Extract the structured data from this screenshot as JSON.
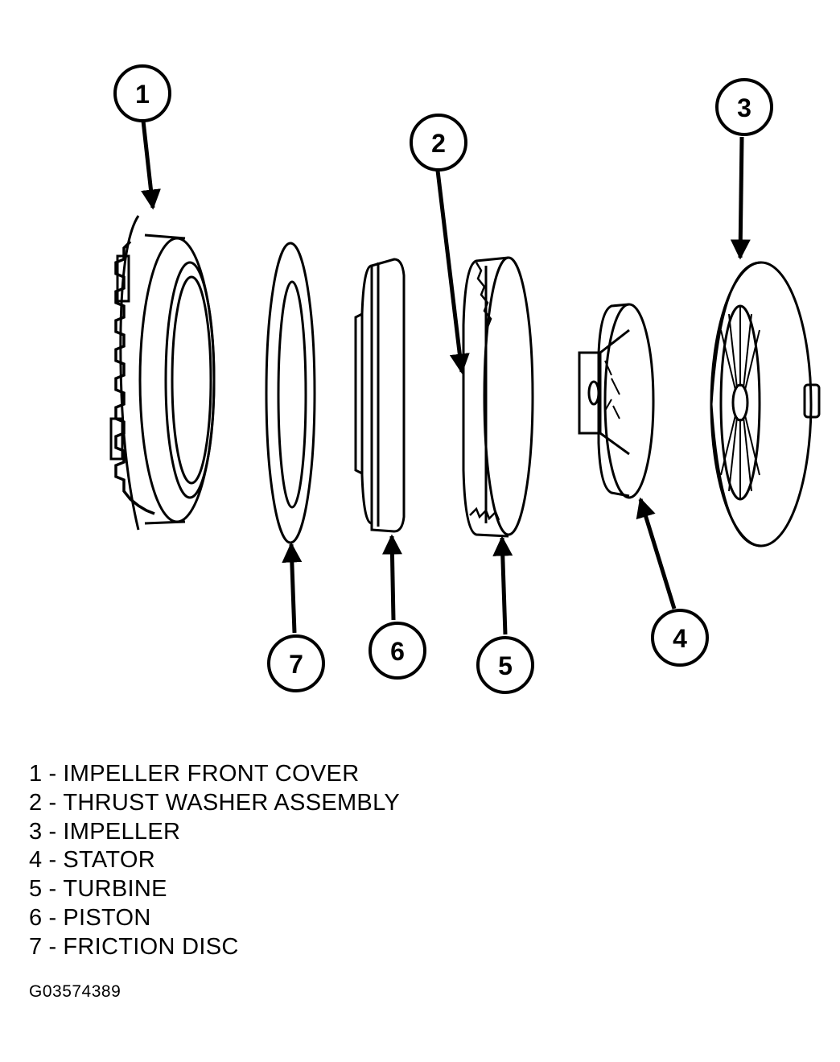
{
  "callouts": [
    "1",
    "2",
    "3",
    "4",
    "5",
    "6",
    "7"
  ],
  "legend": [
    {
      "num": "1",
      "sep": "-",
      "label": "IMPELLER FRONT COVER"
    },
    {
      "num": "2",
      "sep": "-",
      "label": "THRUST WASHER ASSEMBLY"
    },
    {
      "num": "3",
      "sep": "-",
      "label": "IMPELLER"
    },
    {
      "num": "4",
      "sep": "-",
      "label": "STATOR"
    },
    {
      "num": "5",
      "sep": "-",
      "label": "TURBINE"
    },
    {
      "num": "6",
      "sep": "-",
      "label": "PISTON"
    },
    {
      "num": "7",
      "sep": "-",
      "label": "FRICTION DISC"
    }
  ],
  "figure_id": "G03574389",
  "colors": {
    "ink": "#000000",
    "paper": "#ffffff"
  }
}
